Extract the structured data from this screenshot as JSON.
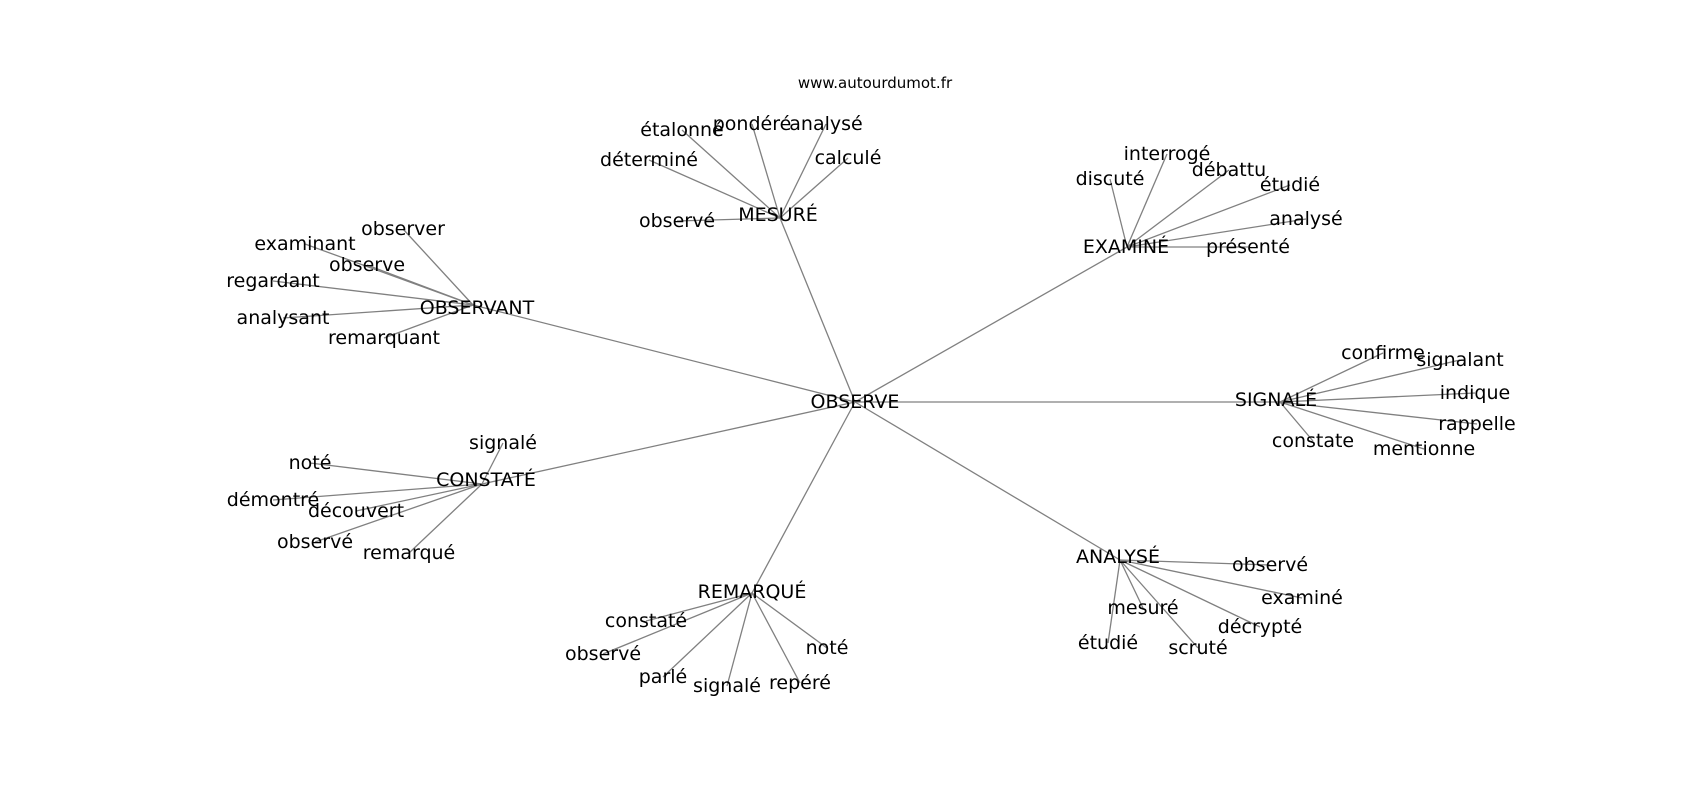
{
  "header": {
    "site_url": "www.autourdumot.fr"
  },
  "graph": {
    "center": "OBSERVE",
    "hubs": [
      {
        "id": "mesure",
        "label": "MESURÉ",
        "leaves": [
          "étalonné",
          "pondéré",
          "analysé",
          "calculé",
          "déterminé",
          "observé"
        ]
      },
      {
        "id": "examine",
        "label": "EXAMINÉ",
        "leaves": [
          "interrogé",
          "discuté",
          "débattu",
          "étudié",
          "analysé",
          "présenté"
        ]
      },
      {
        "id": "observant",
        "label": "OBSERVANT",
        "leaves": [
          "observer",
          "examinant",
          "observe",
          "regardant",
          "analysant",
          "remarquant"
        ]
      },
      {
        "id": "signale",
        "label": "SIGNALÉ",
        "leaves": [
          "confirme",
          "signalant",
          "indique",
          "rappelle",
          "constate",
          "mentionne"
        ]
      },
      {
        "id": "constate",
        "label": "CONSTATÉ",
        "leaves": [
          "signalé",
          "noté",
          "démontré",
          "découvert",
          "observé",
          "remarqué"
        ]
      },
      {
        "id": "analyse",
        "label": "ANALYSÉ",
        "leaves": [
          "observé",
          "examiné",
          "mesuré",
          "décrypté",
          "étudié",
          "scruté"
        ]
      },
      {
        "id": "remarque",
        "label": "REMARQUÉ",
        "leaves": [
          "constaté",
          "observé",
          "noté",
          "parlé",
          "signalé",
          "repéré"
        ]
      }
    ]
  }
}
